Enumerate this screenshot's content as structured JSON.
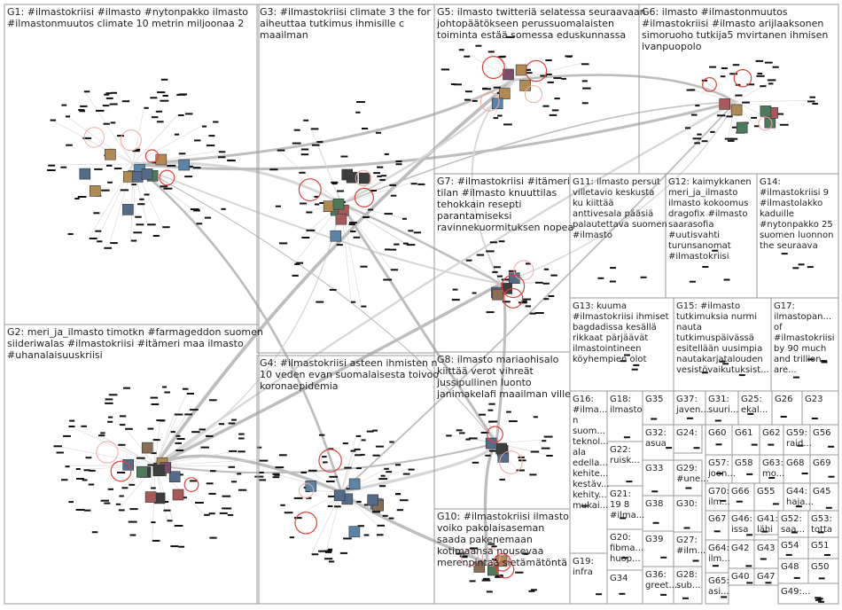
{
  "groups": [
    {
      "id": "G1",
      "lines": [
        "G1: #ilmastokriisi #ilmasto #nytonpakko ilmasto",
        "#ilmastonmuutos climate 10 metrin miljoonaa 2"
      ]
    },
    {
      "id": "G2",
      "lines": [
        "G2: meri_ja_ilmasto timotkn #farmageddon suomen",
        "siideriwalas #ilmastokriisi #itämeri maa ilmasto",
        "#uhanalaisuuskriisi"
      ]
    },
    {
      "id": "G3",
      "lines": [
        "G3: #ilmastokriisi climate 3 the for",
        "aiheuttaa tutkimus ihmisille c",
        "maailman"
      ]
    },
    {
      "id": "G4",
      "lines": [
        "G4: #ilmastokriisi asteen ihmisten n",
        "10 veden evan suomalaisesta toivoo",
        "koronaepidemia"
      ]
    },
    {
      "id": "G5",
      "lines": [
        "G5: ilmasto twitteriä selatessa seuraavaan",
        "johtopäätökseen perussuomalaisten",
        "toiminta estää somessa eduskunnassa"
      ]
    },
    {
      "id": "G6",
      "lines": [
        "G6: ilmasto #ilmastonmuutos",
        "#ilmastokriisi #ilmasto arijlaaksonen",
        "simoruoho tutkija5 mvirtanen ihmisen",
        "ivanpuopolo"
      ]
    },
    {
      "id": "G7",
      "lines": [
        "G7: #ilmastokriisi #itämeri",
        "tilan #ilmasto knuuttilas",
        "tehokkain resepti",
        "parantamiseksi",
        "ravinnekuormituksen nopea"
      ]
    },
    {
      "id": "G8",
      "lines": [
        "G8: ilmasto mariaohisalo",
        "kiittää verot vihreät",
        "jussipullinen luonto",
        "janimakelafi maailman ville"
      ]
    },
    {
      "id": "G10",
      "lines": [
        "G10: #ilmastokriisi ilmasto",
        "voiko pakolaisaseman",
        "saada pakenemaan",
        "kotimaansa nousevaa",
        "merenpintaa sietämätöntä"
      ]
    },
    {
      "id": "G11",
      "lines": [
        "G11: ilmasto persut",
        "villetavio keskusta",
        "ku kiittää",
        "anttivesala pääsiä",
        "palautettava suomen",
        "#ilmasto"
      ]
    },
    {
      "id": "G12",
      "lines": [
        "G12: kaimykkanen",
        "meri_ja_ilmasto",
        "ilmasto kokoomus",
        "dragofix #ilmasto",
        "saarasofia",
        "#uutisvahti",
        "turunsanomat",
        "#ilmastokriisi"
      ]
    },
    {
      "id": "G13",
      "lines": [
        "G13: kuuma",
        "#ilmastokriisi ihmiset",
        "bagdadissa kesällä",
        "rikkaat pärjäävät",
        "ilmastointineen",
        "köyhempien olot"
      ]
    },
    {
      "id": "G14",
      "lines": [
        "G14:",
        "#ilmastokriisi 9",
        "#ilmastolakko",
        "kaduille",
        "#nytonpakko 25",
        "suomen luonnon",
        "the seuraava"
      ]
    },
    {
      "id": "G15",
      "lines": [
        "G15: #ilmasto",
        "tutkimuksia nurmi",
        "nauta",
        "tutkimuspäivässä",
        "esitellään uusimpia",
        "nautakarjatalouden",
        "vesistövaikutuksist..."
      ]
    },
    {
      "id": "G16",
      "lines": [
        "G16:",
        "#ilma...",
        "n",
        "suom...",
        "teknol...",
        "ala",
        "edella...",
        "kehite...",
        "kestäv...",
        "kehity...",
        "mukai..."
      ]
    },
    {
      "id": "G17",
      "lines": [
        "G17:",
        "ilmastopan...",
        "of",
        "#ilmastokriisi",
        "by 90 much",
        "and trillion",
        "are..."
      ]
    },
    {
      "id": "G18",
      "lines": [
        "G18:",
        "ilmasto"
      ]
    },
    {
      "id": "G19",
      "lines": [
        "G19:",
        "infra"
      ]
    },
    {
      "id": "G20",
      "lines": [
        "G20:",
        "fibma...",
        "huop..."
      ]
    },
    {
      "id": "G21",
      "lines": [
        "G21:",
        "19 8",
        "#ilma..."
      ]
    },
    {
      "id": "G22",
      "lines": [
        "G22:",
        "ruisk..."
      ]
    },
    {
      "id": "G23",
      "lines": [
        "G23"
      ]
    },
    {
      "id": "G24",
      "lines": [
        "G24:"
      ]
    },
    {
      "id": "G25",
      "lines": [
        "G25:",
        "ekal..."
      ]
    },
    {
      "id": "G26",
      "lines": [
        "G26"
      ]
    },
    {
      "id": "G27",
      "lines": [
        "G27:",
        "#ilm..."
      ]
    },
    {
      "id": "G28",
      "lines": [
        "G28:",
        "sub..."
      ]
    },
    {
      "id": "G29",
      "lines": [
        "G29:",
        "#une..."
      ]
    },
    {
      "id": "G30",
      "lines": [
        "G30:"
      ]
    },
    {
      "id": "G31",
      "lines": [
        "G31:",
        "suuri..."
      ]
    },
    {
      "id": "G32",
      "lines": [
        "G32:",
        "asua"
      ]
    },
    {
      "id": "G33",
      "lines": [
        "G33"
      ]
    },
    {
      "id": "G34",
      "lines": [
        "G34"
      ]
    },
    {
      "id": "G35",
      "lines": [
        "G35"
      ]
    },
    {
      "id": "G36",
      "lines": [
        "G36:",
        "greet..."
      ]
    },
    {
      "id": "G37",
      "lines": [
        "G37:",
        "javen..."
      ]
    },
    {
      "id": "G38",
      "lines": [
        "G38"
      ]
    },
    {
      "id": "G39",
      "lines": [
        "G39"
      ]
    },
    {
      "id": "G40",
      "lines": [
        "G40"
      ]
    },
    {
      "id": "G41",
      "lines": [
        "G41:",
        "lähi"
      ]
    },
    {
      "id": "G42",
      "lines": [
        "G42"
      ]
    },
    {
      "id": "G43",
      "lines": [
        "G43"
      ]
    },
    {
      "id": "G44",
      "lines": [
        "G44:",
        "haja..."
      ]
    },
    {
      "id": "G45",
      "lines": [
        "G45"
      ]
    },
    {
      "id": "G46",
      "lines": [
        "G46:",
        "issa"
      ]
    },
    {
      "id": "G47",
      "lines": [
        "G47"
      ]
    },
    {
      "id": "G48",
      "lines": [
        "G48"
      ]
    },
    {
      "id": "G49",
      "lines": [
        "G49:..."
      ]
    },
    {
      "id": "G50",
      "lines": [
        "G50"
      ]
    },
    {
      "id": "G51",
      "lines": [
        "G51"
      ]
    },
    {
      "id": "G52",
      "lines": [
        "G52:",
        "saa..."
      ]
    },
    {
      "id": "G53",
      "lines": [
        "G53:",
        "totta"
      ]
    },
    {
      "id": "G54",
      "lines": [
        "G54"
      ]
    },
    {
      "id": "G55",
      "lines": [
        "G55"
      ]
    },
    {
      "id": "G56",
      "lines": [
        "G56"
      ]
    },
    {
      "id": "G57",
      "lines": [
        "G57:",
        "joon..."
      ]
    },
    {
      "id": "G58",
      "lines": [
        "G58"
      ]
    },
    {
      "id": "G59",
      "lines": [
        "G59:",
        "raid..."
      ]
    },
    {
      "id": "G60",
      "lines": [
        "G60"
      ]
    },
    {
      "id": "G61",
      "lines": [
        "G61"
      ]
    },
    {
      "id": "G62",
      "lines": [
        "G62"
      ]
    },
    {
      "id": "G63",
      "lines": [
        "G63:",
        "mo..."
      ]
    },
    {
      "id": "G64",
      "lines": [
        "G64:",
        "ilm..."
      ]
    },
    {
      "id": "G65",
      "lines": [
        "G65:",
        "asi..."
      ]
    },
    {
      "id": "G66",
      "lines": [
        "G66"
      ]
    },
    {
      "id": "G67",
      "lines": [
        "G67"
      ]
    },
    {
      "id": "G68",
      "lines": [
        "G68"
      ]
    },
    {
      "id": "G69",
      "lines": [
        "G69"
      ]
    },
    {
      "id": "G70",
      "lines": [
        "G70:",
        "ilm..."
      ]
    }
  ],
  "colors": {
    "box_border": "#9a9a9a",
    "edge": "#bdbdbd",
    "node": "#111111",
    "highlight_ring": "#e0413c"
  }
}
